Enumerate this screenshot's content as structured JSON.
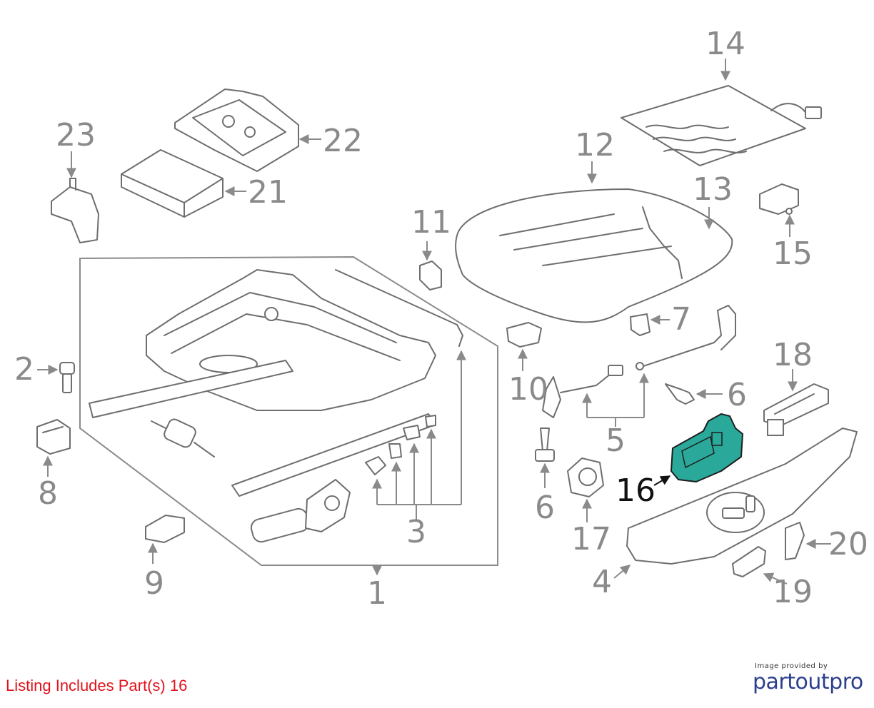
{
  "listing_text": "Listing Includes Part(s) 16",
  "credit": {
    "provided_by": "Image provided by",
    "brand": "partoutpro"
  },
  "highlight_color": "#2aa99b",
  "highlighted_part": "16",
  "callouts": {
    "c1": "1",
    "c2": "2",
    "c3": "3",
    "c4": "4",
    "c5": "5",
    "c6a": "6",
    "c6b": "6",
    "c7": "7",
    "c8": "8",
    "c9": "9",
    "c10": "10",
    "c11": "11",
    "c12": "12",
    "c13": "13",
    "c14": "14",
    "c15": "15",
    "c16": "16",
    "c17": "17",
    "c18": "18",
    "c19": "19",
    "c20": "20",
    "c21": "21",
    "c22": "22",
    "c23": "23"
  }
}
